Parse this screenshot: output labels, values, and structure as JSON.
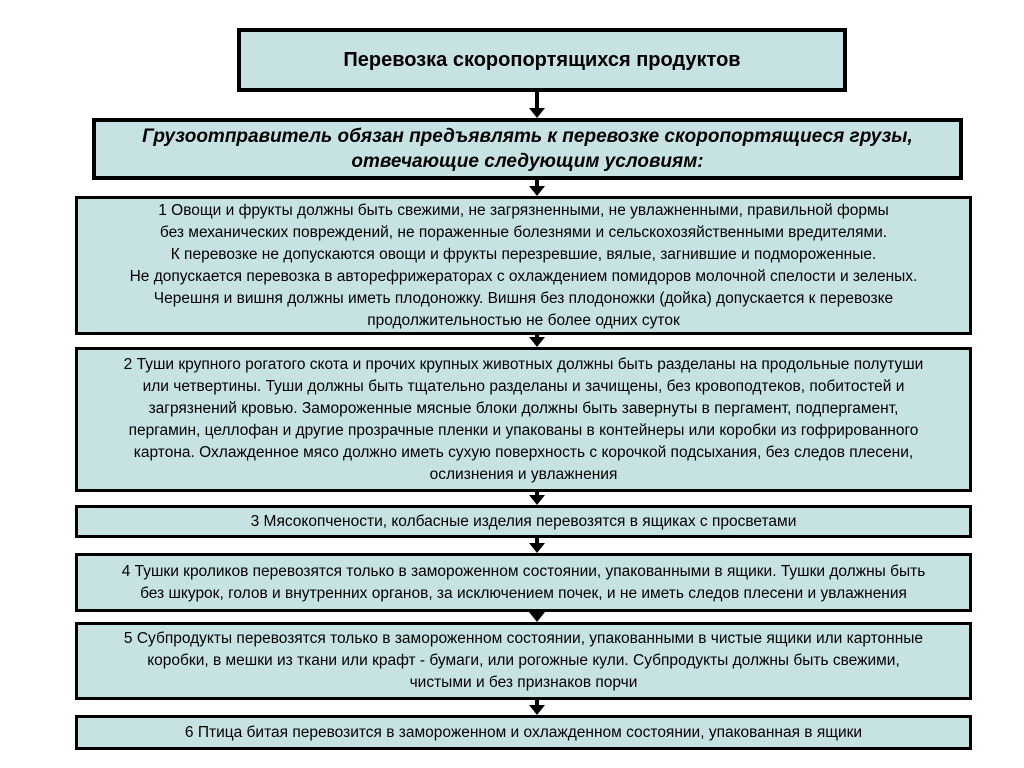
{
  "slide": {
    "title": "Перевозка скоропортящихся продуктов",
    "header": {
      "lines": [
        "Грузоотправитель обязан предъявлять к перевозке скоропортящиеся грузы,",
        "отвечающие следующим условиям:"
      ]
    },
    "boxes": [
      {
        "number": "1",
        "lines": [
          "1 Овощи и фрукты должны быть свежими, не загрязненными, не увлажненными, правильной формы",
          "без механических повреждений, не пораженные болезнями и сельскохозяйственными вредителями.",
          "К перевозке не допускаются овощи и фрукты перезревшие, вялые, загнившие и подмороженные.",
          "Не допускается перевозка в авторефрижераторах с охлаждением помидоров молочной спелости и зеленых.",
          "Черешня и вишня должны иметь плодоножку. Вишня без плодоножки (дойка) допускается к перевозке",
          "продолжительностью не более одних суток"
        ]
      },
      {
        "number": "2",
        "lines": [
          "2 Туши крупного рогатого скота и прочих крупных животных должны быть разделаны на продольные полутуши",
          "или четвертины. Туши должны быть тщательно разделаны и зачищены, без кровоподтеков, побитостей и",
          "загрязнений кровью. Замороженные мясные блоки должны быть завернуты в пергамент, подпергамент,",
          "пергамин, целлофан и другие прозрачные пленки и упакованы в контейнеры или коробки из гофрированного",
          "картона. Охлажденное мясо должно иметь сухую поверхность с корочкой подсыхания, без следов плесени,",
          "ослизнения и увлажнения"
        ]
      },
      {
        "number": "3",
        "lines": [
          "3 Мясокопчености, колбасные изделия перевозятся в ящиках с просветами"
        ]
      },
      {
        "number": "4",
        "lines": [
          "4 Тушки кроликов перевозятся только в замороженном состоянии, упакованными в ящики. Тушки должны быть",
          "без шкурок, голов и внутренних органов, за исключением почек, и не иметь следов плесени и увлажнения"
        ]
      },
      {
        "number": "5",
        "lines": [
          "5 Субпродукты перевозятся только в замороженном состоянии, упакованными в чистые ящики или картонные",
          "коробки, в мешки из ткани или крафт - бумаги, или рогожные кули. Субпродукты должны быть свежими,",
          "чистыми и без признаков порчи"
        ]
      },
      {
        "number": "6",
        "lines": [
          "6 Птица битая перевозится в замороженном и охлажденном состоянии, упакованная в ящики"
        ]
      }
    ],
    "colors": {
      "background": "#ffffff",
      "box_fill": "#c6e2e3",
      "border": "#000000",
      "text": "#000000"
    }
  }
}
